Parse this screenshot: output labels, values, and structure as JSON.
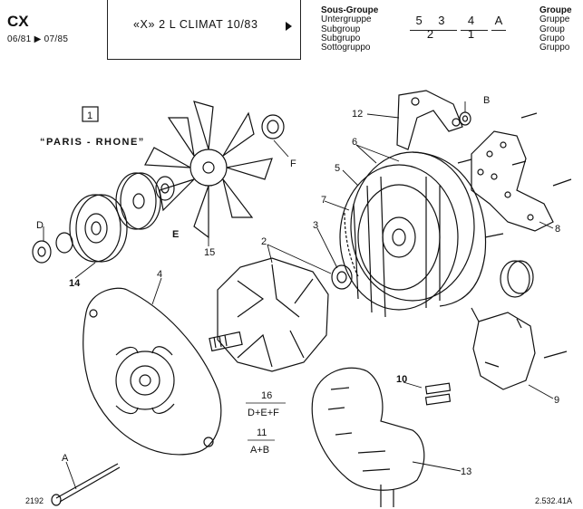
{
  "header": {
    "model_code": "CX",
    "date_range": "06/81 ▶ 07/85",
    "title": "«X» 2 L CLIMAT  10/83",
    "subgroup_labels": [
      "Sous-Groupe",
      "Untergruppe",
      "Subgroup",
      "Subgrupo",
      "Sottogruppo"
    ],
    "ref_group": "5 3 2",
    "ref_subgroup": "4 1",
    "ref_variant": "A",
    "group_labels": [
      "Groupe",
      "Gruppe",
      "Group",
      "Grupo",
      "Gruppo"
    ]
  },
  "diagram": {
    "section_number": "1",
    "manufacturer": "“PARIS - RHONE”",
    "callouts": [
      "B",
      "12",
      "6",
      "5",
      "7",
      "3",
      "2",
      "F",
      "15",
      "E",
      "D",
      "14",
      "4",
      "8",
      "9",
      "10",
      "13",
      "A"
    ],
    "fraction_1_top": "16",
    "fraction_1_bottom": "D+E+F",
    "fraction_2_top": "11",
    "fraction_2_bottom": "A+B",
    "footer_left": "2192",
    "footer_right": "2.532.41A"
  }
}
